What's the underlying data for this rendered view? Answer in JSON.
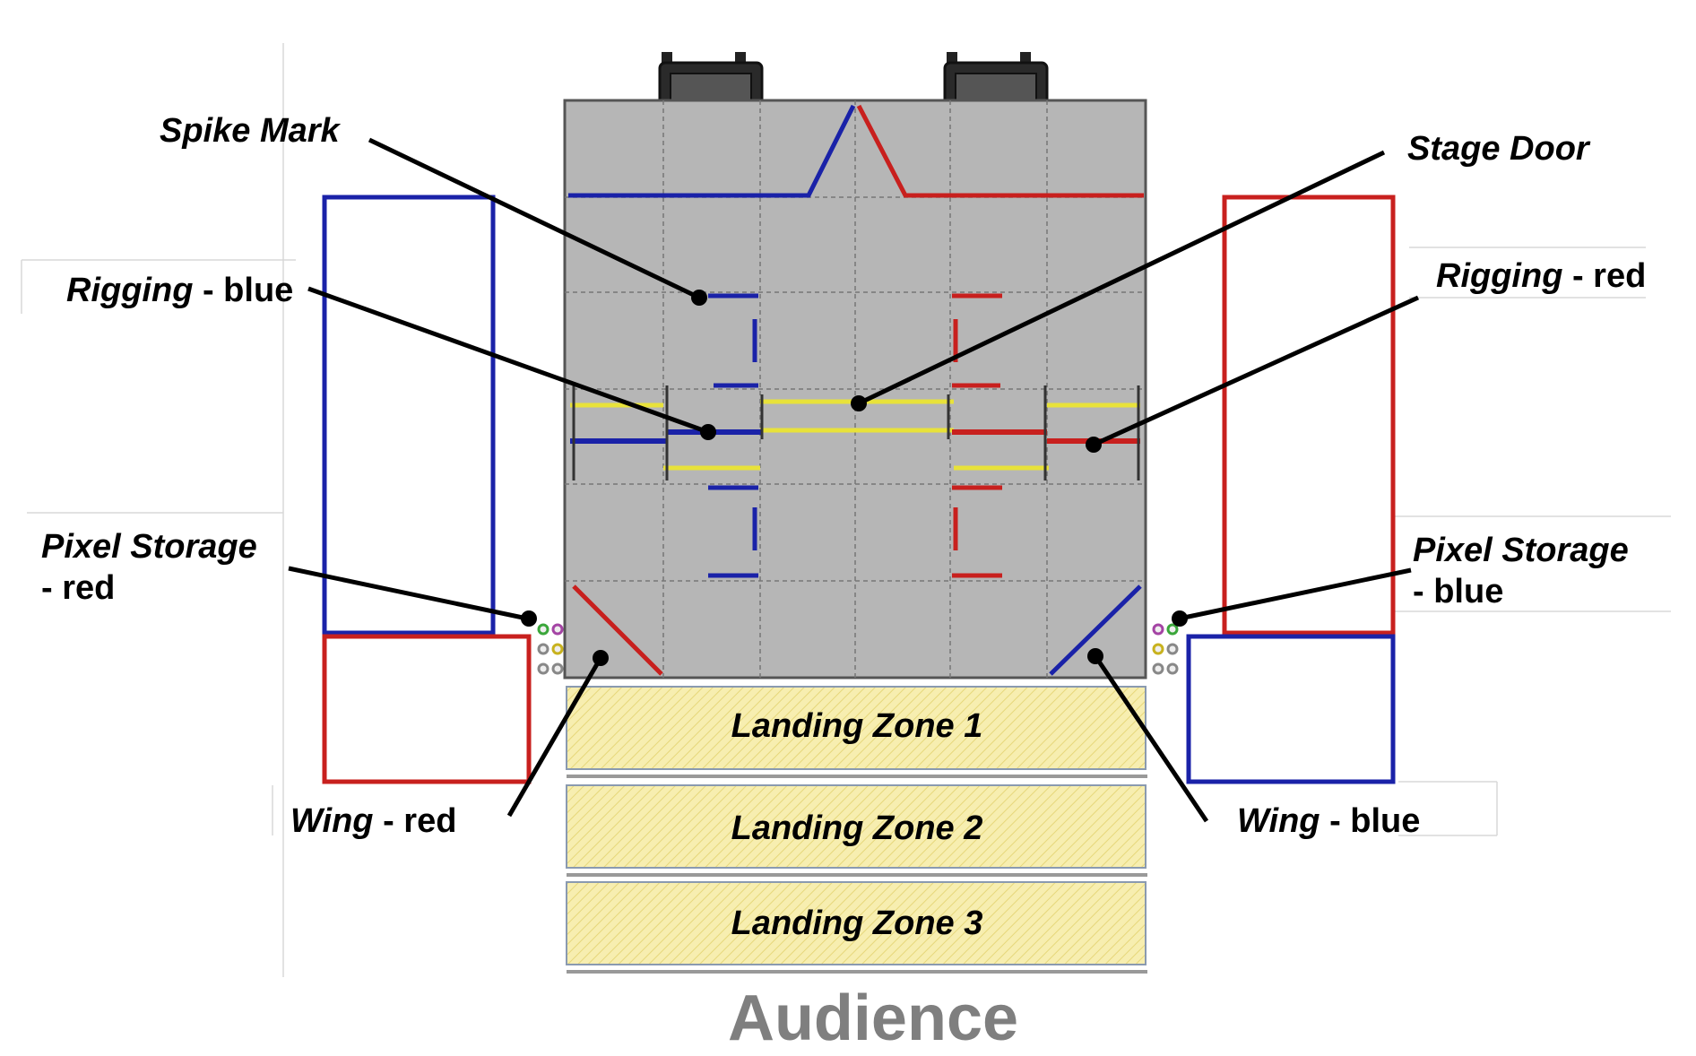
{
  "labels": {
    "spike_mark": "Spike Mark",
    "stage_door": "Stage Door",
    "rigging_blue_main": "Rigging",
    "rigging_blue_suffix": " - blue",
    "rigging_red_main": "Rigging",
    "rigging_red_suffix": " - red",
    "pixel_storage_red_line1": "Pixel Storage",
    "pixel_storage_red_line2": "- red",
    "pixel_storage_blue_line1": "Pixel Storage",
    "pixel_storage_blue_line2": "-  blue",
    "wing_red_main": "Wing",
    "wing_red_suffix": " - red",
    "wing_blue_main": "Wing",
    "wing_blue_suffix": " - blue"
  },
  "landing_zones": [
    "Landing Zone 1",
    "Landing Zone 2",
    "Landing Zone 3"
  ],
  "audience": "Audience",
  "colors": {
    "alliance_blue": "#1a22a8",
    "alliance_red": "#c8201e",
    "truss_yellow": "#e8e23a",
    "field_gray": "#b6b6b6",
    "landing_zone_fill": "#f7eeb0",
    "audience_gray": "#7f7f7f"
  }
}
